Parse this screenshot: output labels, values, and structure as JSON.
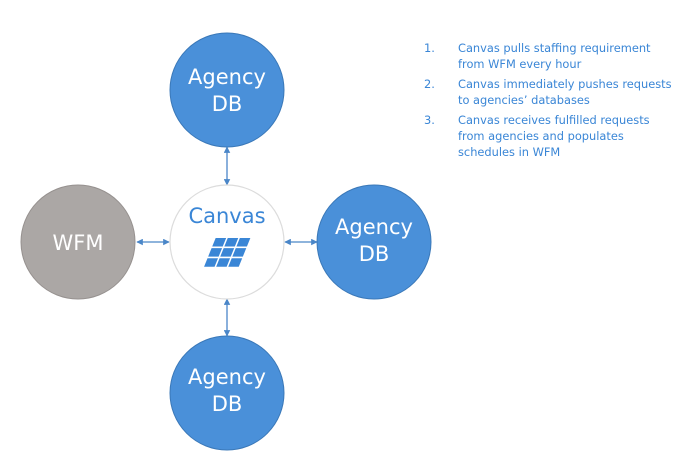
{
  "colors": {
    "agency_fill": "#4a90d9",
    "agency_stroke": "#3a78b8",
    "wfm_fill": "#aba7a5",
    "wfm_stroke": "#96918f",
    "canvas_stroke": "#dcdcdc",
    "accent": "#3a86d6",
    "arrow": "#4a86c8"
  },
  "nodes": {
    "agency_top": {
      "line1": "Agency",
      "line2": "DB"
    },
    "agency_right": {
      "line1": "Agency",
      "line2": "DB"
    },
    "agency_bottom": {
      "line1": "Agency",
      "line2": "DB"
    },
    "wfm": {
      "label": "WFM"
    },
    "canvas": {
      "label": "Canvas",
      "icon": "solar-panel-icon"
    }
  },
  "steps": [
    {
      "number": "1.",
      "text": "Canvas pulls staffing requirement from WFM every hour"
    },
    {
      "number": "2.",
      "text": "Canvas immediately pushes requests to agencies’ databases"
    },
    {
      "number": "3.",
      "text": "Canvas receives fulfilled requests from agencies and populates schedules in WFM"
    }
  ]
}
